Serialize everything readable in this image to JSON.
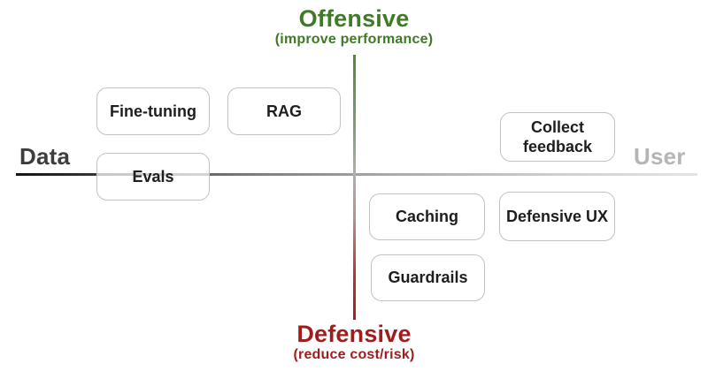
{
  "diagram": {
    "type": "quadrant-diagram",
    "vertical_axis": {
      "top": {
        "title": "Offensive",
        "subtitle": "(improve performance)",
        "color": "#3f7a28"
      },
      "bottom": {
        "title": "Defensive",
        "subtitle": "(reduce cost/risk)",
        "color": "#9e1d1d"
      },
      "line_gradient": [
        "#4f8c33",
        "#aeb0ac",
        "#a81d1d"
      ]
    },
    "horizontal_axis": {
      "left": {
        "title": "Data",
        "color": "#3d3d3d"
      },
      "right": {
        "title": "User",
        "color": "#b5b5b5"
      },
      "line_gradient": [
        "#141414",
        "#e4e4e4"
      ]
    },
    "boxes": [
      {
        "label": "Fine-tuning",
        "quadrant": "top-left"
      },
      {
        "label": "RAG",
        "quadrant": "top-left"
      },
      {
        "label": "Evals",
        "quadrant": "left-on-axis"
      },
      {
        "label": "Collect feedback",
        "quadrant": "top-right"
      },
      {
        "label": "Caching",
        "quadrant": "bottom-right"
      },
      {
        "label": "Defensive UX",
        "quadrant": "bottom-right"
      },
      {
        "label": "Guardrails",
        "quadrant": "bottom-right"
      }
    ]
  }
}
